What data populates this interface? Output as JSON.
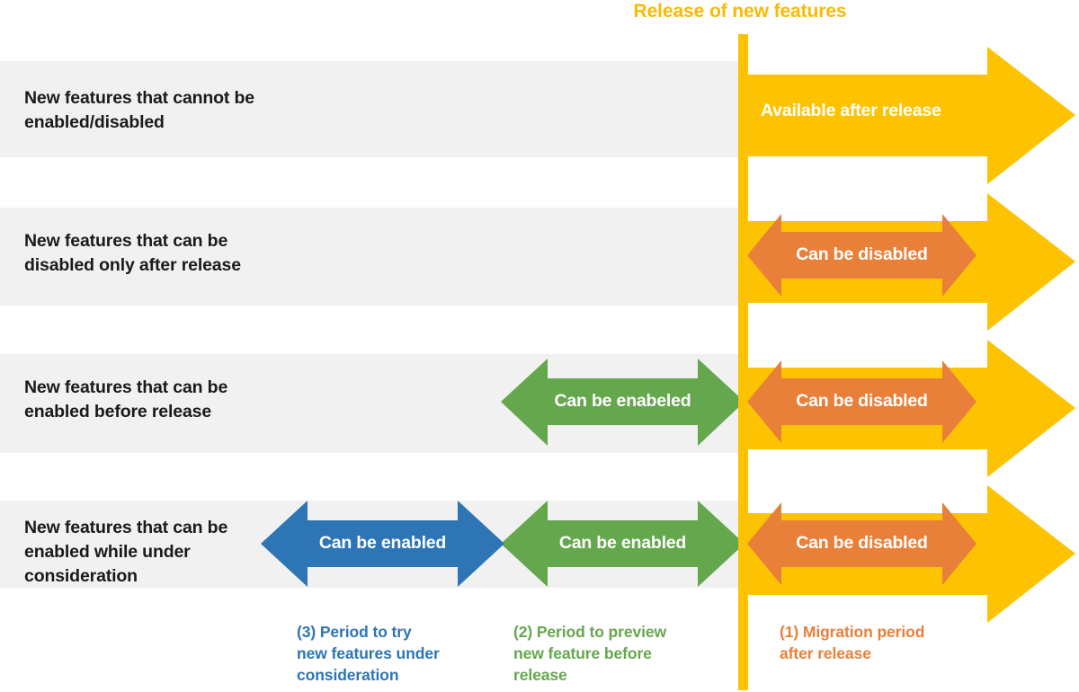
{
  "diagram": {
    "title": "Release of new features",
    "type": "timeline-swimlane",
    "colors": {
      "release_yellow": "#FDC300",
      "title_yellow": "#FBBA00",
      "disabled_orange": "#E8803A",
      "enabled_green": "#64A74D",
      "enabled_blue": "#2E75B6",
      "band_gray": "#F1F1F1",
      "label_black": "#1A1A1A",
      "arrow_label_white": "#FFFFFF"
    },
    "rows": [
      {
        "id": "row-1",
        "label": "New features that cannot be\nenabled/disabled",
        "arrows": [
          {
            "id": "row1-yellow",
            "label": "Available after release",
            "color": "#FDC300",
            "kind": "right-arrow",
            "period": "after-release"
          }
        ]
      },
      {
        "id": "row-2",
        "label": "New features that can be\ndisabled only after release",
        "arrows": [
          {
            "id": "row2-yellow",
            "label": "",
            "color": "#FDC300",
            "kind": "right-arrow",
            "period": "after-release"
          },
          {
            "id": "row2-orange",
            "label": "Can be disabled",
            "color": "#E8803A",
            "kind": "double-arrow",
            "period": "after-release"
          }
        ]
      },
      {
        "id": "row-3",
        "label": "New features that can be\nenabled before release",
        "arrows": [
          {
            "id": "row3-yellow",
            "label": "",
            "color": "#FDC300",
            "kind": "right-arrow",
            "period": "after-release"
          },
          {
            "id": "row3-orange",
            "label": "Can be disabled",
            "color": "#E8803A",
            "kind": "double-arrow",
            "period": "after-release"
          },
          {
            "id": "row3-green",
            "label": "Can be enabeled",
            "color": "#64A74D",
            "kind": "double-arrow",
            "period": "preview-before-release"
          }
        ]
      },
      {
        "id": "row-4",
        "label": "New features that can be\n enabled while under\nconsideration",
        "arrows": [
          {
            "id": "row4-yellow",
            "label": "",
            "color": "#FDC300",
            "kind": "right-arrow",
            "period": "after-release"
          },
          {
            "id": "row4-orange",
            "label": "Can be disabled",
            "color": "#E8803A",
            "kind": "double-arrow",
            "period": "after-release"
          },
          {
            "id": "row4-green",
            "label": "Can be enabled",
            "color": "#64A74D",
            "kind": "double-arrow",
            "period": "preview-before-release"
          },
          {
            "id": "row4-blue",
            "label": "Can be enabled",
            "color": "#2E75B6",
            "kind": "double-arrow",
            "period": "try-under-consideration"
          }
        ]
      }
    ],
    "legend": [
      {
        "id": "legend-3",
        "label": "(3) Period to try\n new features under\nconsideration",
        "color": "#2E75B6"
      },
      {
        "id": "legend-2",
        "label": "(2) Period to preview\nnew feature before\nrelease",
        "color": "#64A74D"
      },
      {
        "id": "legend-1",
        "label": "(1) Migration period\nafter release",
        "color": "#E8803A"
      }
    ]
  }
}
